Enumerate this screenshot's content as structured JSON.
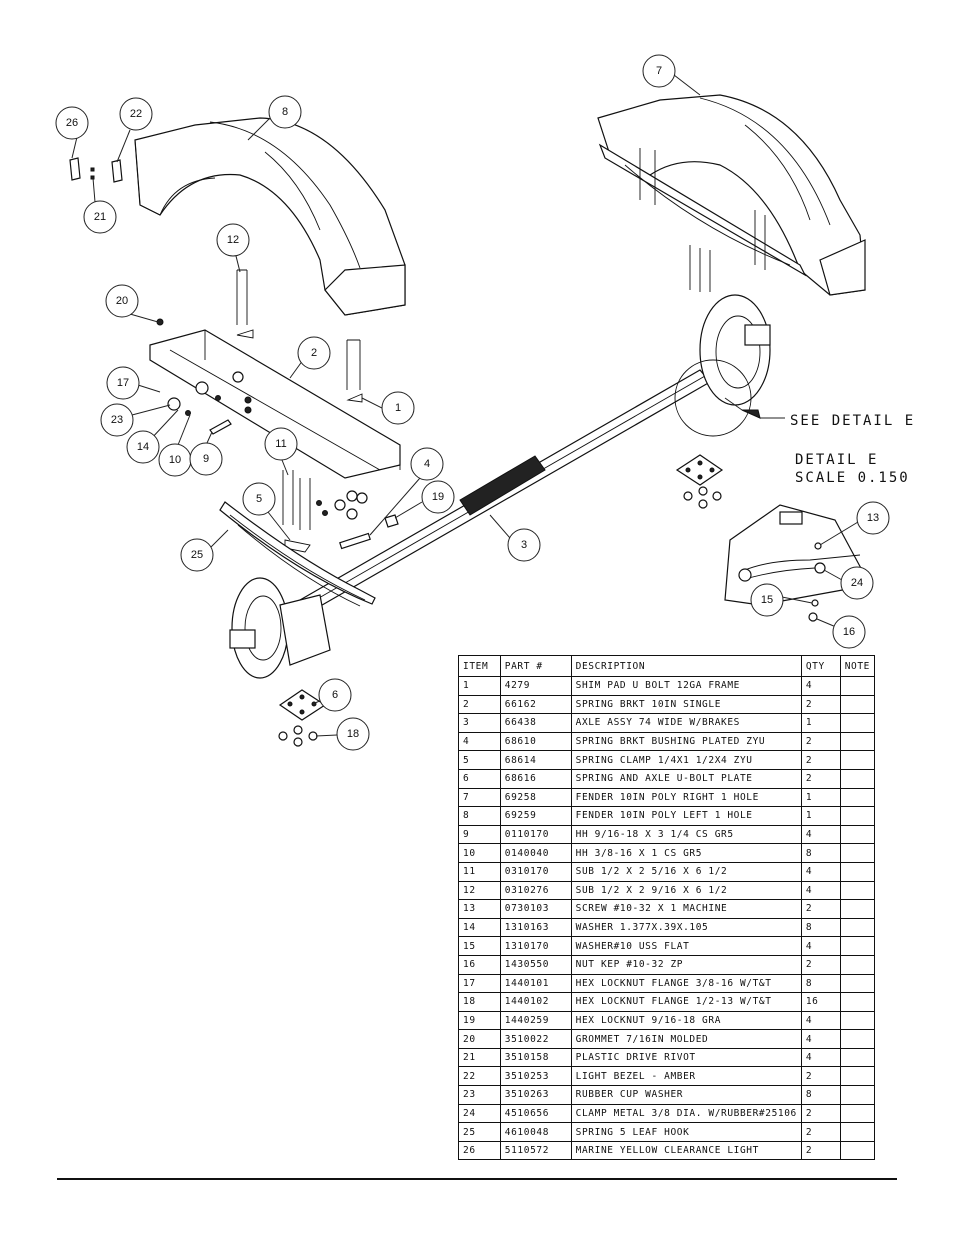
{
  "detail": {
    "see_detail_label": "SEE DETAIL E",
    "detail_title": "DETAIL E",
    "detail_scale": "SCALE 0.150"
  },
  "callouts": [
    "26",
    "22",
    "8",
    "7",
    "21",
    "12",
    "20",
    "2",
    "1",
    "17",
    "23",
    "14",
    "10",
    "9",
    "11",
    "5",
    "4",
    "19",
    "3",
    "25",
    "13",
    "24",
    "15",
    "16",
    "6",
    "18"
  ],
  "bom": {
    "headers": [
      "ITEM",
      "PART #",
      "DESCRIPTION",
      "QTY",
      "NOTE"
    ],
    "rows": [
      {
        "item": "1",
        "part": "4279",
        "desc": "SHIM PAD  U BOLT 12GA FRAME",
        "qty": "4",
        "note": ""
      },
      {
        "item": "2",
        "part": "66162",
        "desc": "SPRING BRKT 10IN SINGLE",
        "qty": "2",
        "note": ""
      },
      {
        "item": "3",
        "part": "66438",
        "desc": "AXLE ASSY 74 WIDE W/BRAKES",
        "qty": "1",
        "note": ""
      },
      {
        "item": "4",
        "part": "68610",
        "desc": "SPRING BRKT BUSHING PLATED ZYU",
        "qty": "2",
        "note": ""
      },
      {
        "item": "5",
        "part": "68614",
        "desc": "SPRING CLAMP  1/4X1 1/2X4  ZYU",
        "qty": "2",
        "note": ""
      },
      {
        "item": "6",
        "part": "68616",
        "desc": "SPRING AND AXLE U-BOLT PLATE",
        "qty": "2",
        "note": ""
      },
      {
        "item": "7",
        "part": "69258",
        "desc": "FENDER  10IN POLY RIGHT 1 HOLE",
        "qty": "1",
        "note": ""
      },
      {
        "item": "8",
        "part": "69259",
        "desc": "FENDER  10IN POLY LEFT 1 HOLE",
        "qty": "1",
        "note": ""
      },
      {
        "item": "9",
        "part": "0110170",
        "desc": "HH 9/16-18 X 3 1/4 CS GR5",
        "qty": "4",
        "note": ""
      },
      {
        "item": "10",
        "part": "0140040",
        "desc": "HH 3/8-16 X 1 CS GR5",
        "qty": "8",
        "note": ""
      },
      {
        "item": "11",
        "part": "0310170",
        "desc": "SUB 1/2 X 2 5/16 X 6 1/2",
        "qty": "4",
        "note": ""
      },
      {
        "item": "12",
        "part": "0310276",
        "desc": "SUB 1/2 X 2 9/16 X 6 1/2",
        "qty": "4",
        "note": ""
      },
      {
        "item": "13",
        "part": "0730103",
        "desc": "SCREW #10-32 X 1 MACHINE",
        "qty": "2",
        "note": ""
      },
      {
        "item": "14",
        "part": "1310163",
        "desc": "WASHER 1.377X.39X.105",
        "qty": "8",
        "note": ""
      },
      {
        "item": "15",
        "part": "1310170",
        "desc": "WASHER#10 USS FLAT",
        "qty": "4",
        "note": ""
      },
      {
        "item": "16",
        "part": "1430550",
        "desc": "NUT KEP #10-32 ZP",
        "qty": "2",
        "note": ""
      },
      {
        "item": "17",
        "part": "1440101",
        "desc": "HEX LOCKNUT FLANGE 3/8-16 W/T&T",
        "qty": "8",
        "note": ""
      },
      {
        "item": "18",
        "part": "1440102",
        "desc": "HEX LOCKNUT FLANGE 1/2-13 W/T&T",
        "qty": "16",
        "note": ""
      },
      {
        "item": "19",
        "part": "1440259",
        "desc": "HEX LOCKNUT 9/16-18 GRA",
        "qty": "4",
        "note": ""
      },
      {
        "item": "20",
        "part": "3510022",
        "desc": "GROMMET  7/16IN MOLDED",
        "qty": "4",
        "note": ""
      },
      {
        "item": "21",
        "part": "3510158",
        "desc": "PLASTIC DRIVE RIVOT",
        "qty": "4",
        "note": ""
      },
      {
        "item": "22",
        "part": "3510253",
        "desc": "LIGHT BEZEL - AMBER",
        "qty": "2",
        "note": ""
      },
      {
        "item": "23",
        "part": "3510263",
        "desc": "RUBBER CUP WASHER",
        "qty": "8",
        "note": ""
      },
      {
        "item": "24",
        "part": "4510656",
        "desc": "CLAMP METAL 3/8 DIA. W/RUBBER#25106",
        "qty": "2",
        "note": ""
      },
      {
        "item": "25",
        "part": "4610048",
        "desc": "SPRING  5 LEAF HOOK",
        "qty": "2",
        "note": ""
      },
      {
        "item": "26",
        "part": "5110572",
        "desc": "MARINE YELLOW CLEARANCE LIGHT",
        "qty": "2",
        "note": ""
      }
    ]
  }
}
